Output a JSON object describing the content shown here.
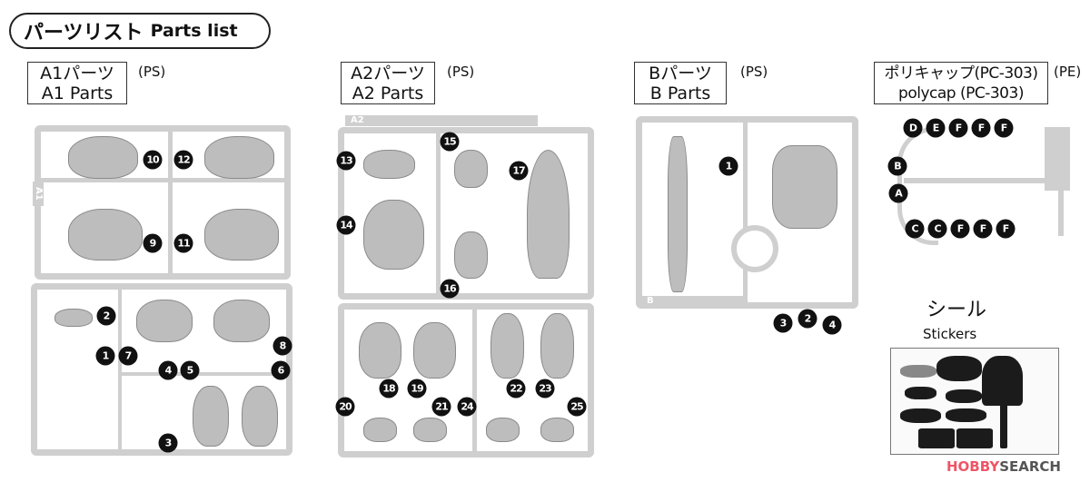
{
  "title": {
    "jp": "パーツリスト",
    "en": "Parts list"
  },
  "runners": {
    "a1": {
      "jp": "A1パーツ",
      "en": "A1 Parts",
      "material": "(PS)",
      "tag": "A1",
      "badges": [
        "10",
        "12",
        "9",
        "11",
        "2",
        "1",
        "7",
        "8",
        "4",
        "5",
        "6",
        "3"
      ]
    },
    "a2": {
      "jp": "A2パーツ",
      "en": "A2 Parts",
      "material": "(PS)",
      "tag": "A2",
      "badges": [
        "15",
        "13",
        "17",
        "14",
        "16",
        "18",
        "19",
        "20",
        "21",
        "24",
        "22",
        "23",
        "25"
      ]
    },
    "b": {
      "jp": "Bパーツ",
      "en": "B Parts",
      "material": "(PS)",
      "tag": "B",
      "badges": [
        "1",
        "3",
        "2",
        "4"
      ]
    },
    "polycap": {
      "jp": "ポリキャップ(PC-303)",
      "en": "polycap (PC-303)",
      "material": "(PE)",
      "badges": [
        "D",
        "E",
        "F",
        "F",
        "F",
        "B",
        "A",
        "C",
        "C",
        "F",
        "F",
        "F"
      ]
    }
  },
  "stickers": {
    "jp": "シール",
    "en": "Stickers"
  },
  "watermark": {
    "logo": "HOBBY",
    "text": "SEARCH"
  }
}
